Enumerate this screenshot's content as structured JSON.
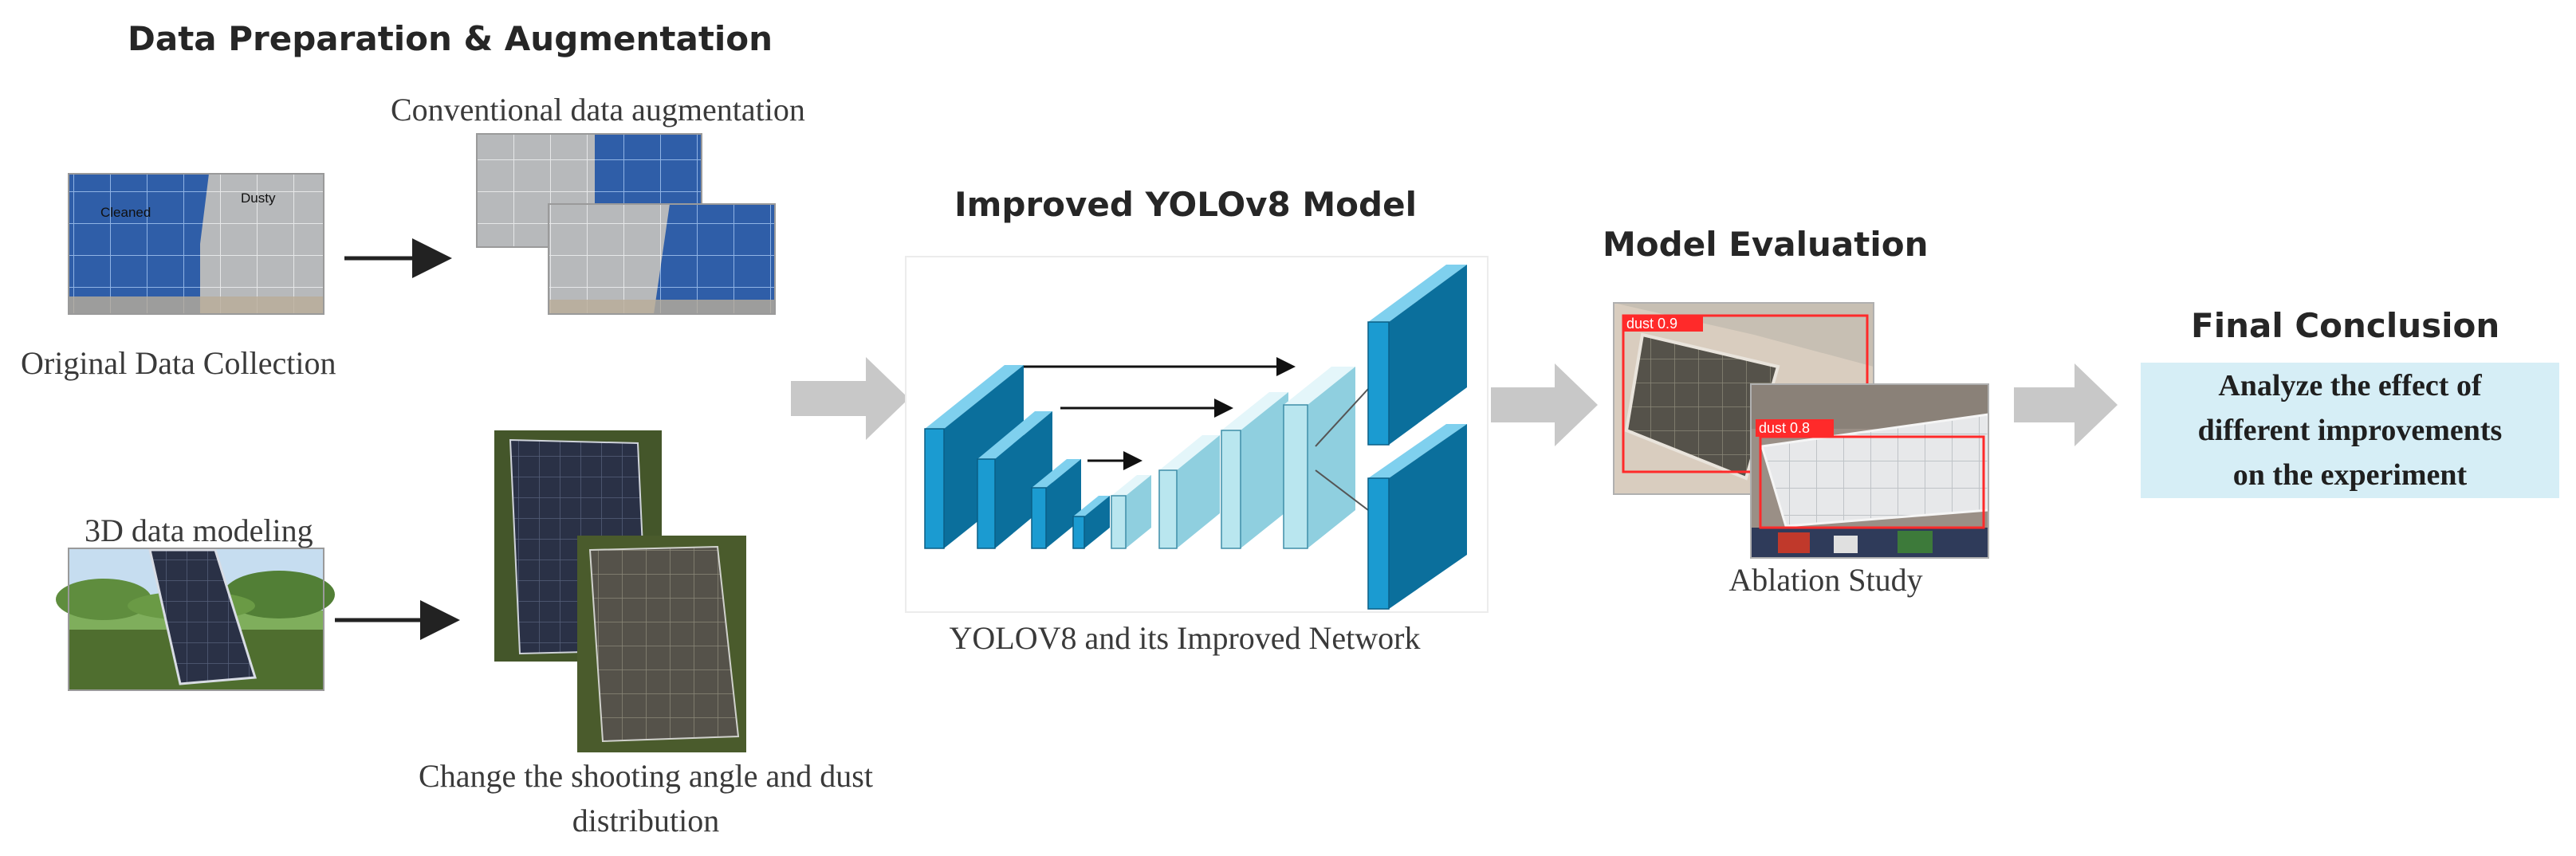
{
  "sections": {
    "data_prep": {
      "title": "Data Preparation & Augmentation",
      "conventional_caption": "Conventional data augmentation",
      "original_caption": "Original Data Collection",
      "modeling_caption": "3D data modeling",
      "shooting_caption_line1": "Change the shooting angle and dust",
      "shooting_caption_line2": "distribution",
      "panel_label_clean": "Cleaned",
      "panel_label_dusty": "Dusty"
    },
    "model": {
      "title": "Improved YOLOv8 Model",
      "caption": "YOLOV8 and its Improved Network"
    },
    "evaluation": {
      "title": "Model Evaluation",
      "caption": "Ablation Study",
      "detection_label_1": "dust 0.9",
      "detection_label_2": "dust 0.8"
    },
    "conclusion": {
      "title": "Final Conclusion",
      "line1": "Analyze the effect of",
      "line2": "different improvements",
      "line3": "on the experiment"
    }
  },
  "colors": {
    "flow_arrow": "#c8c8c8",
    "block_dark": "#1b9bd1",
    "block_light": "#b9e6ef",
    "detect_box": "#ff2a2a",
    "conclusion_bg": "#d6eef6"
  }
}
